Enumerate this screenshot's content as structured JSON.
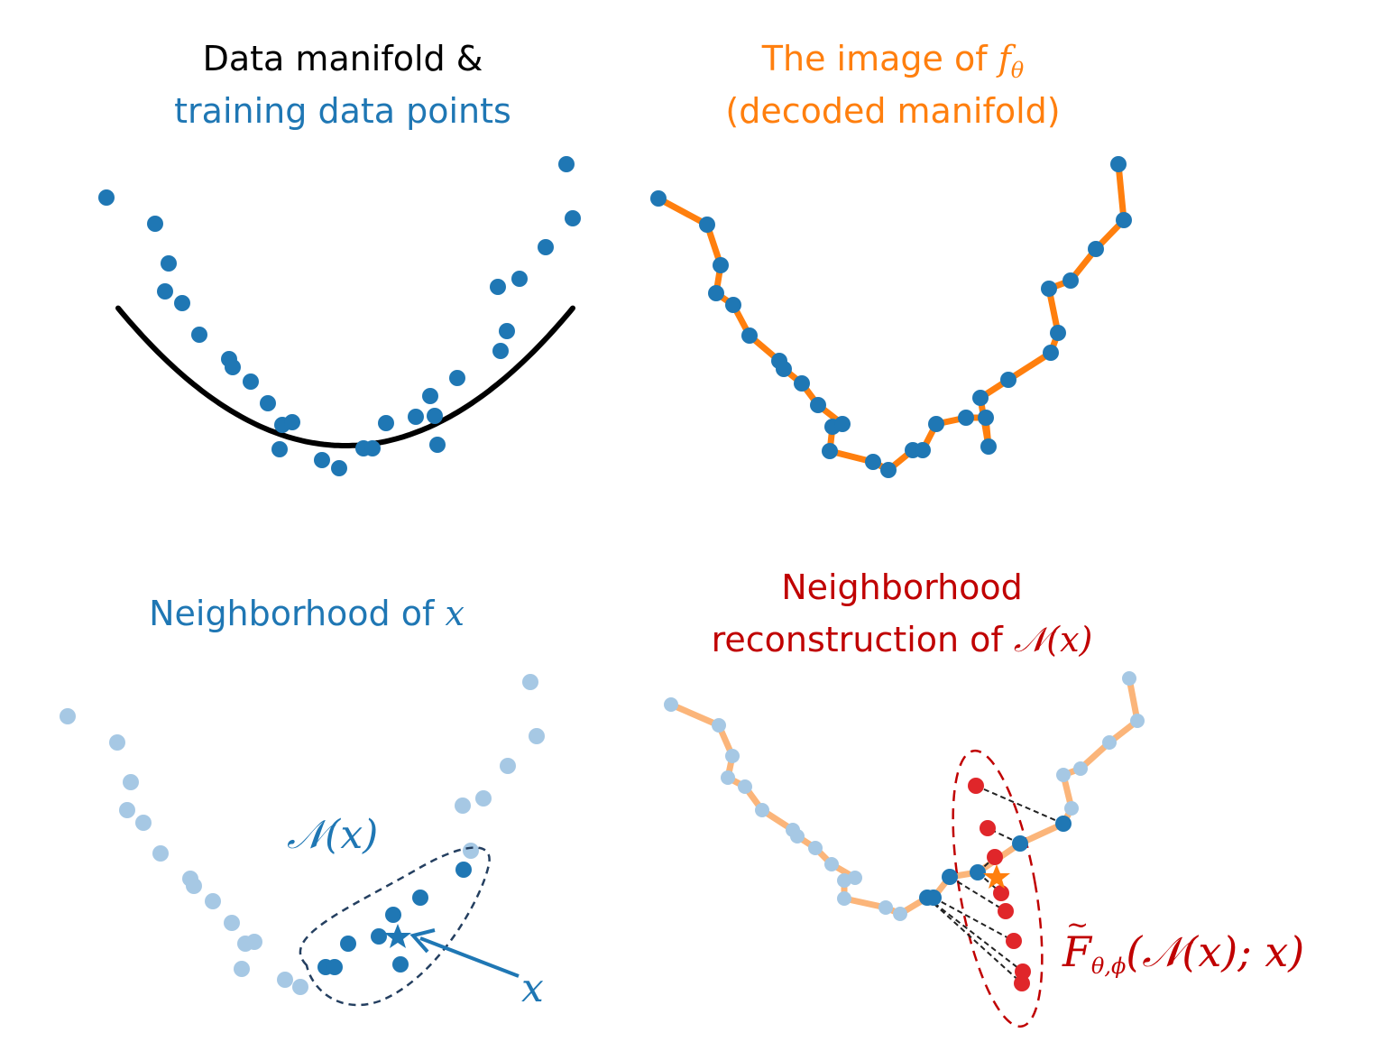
{
  "colors": {
    "blue": "#1f77b4",
    "light_blue": "#a6c8e4",
    "orange": "#ff7f0e",
    "light_orange": "#fbb57a",
    "red": "#c00000",
    "red_point": "#e0262a",
    "black": "#000000",
    "navy": "#243f60"
  },
  "panels": {
    "top_left": {
      "title_line1": "Data manifold &",
      "title_line2": "training data points"
    },
    "top_right": {
      "title_line1_text": "The image of ",
      "title_line1_symbol": "f",
      "title_line1_subscript": "θ",
      "title_line2": "(decoded manifold)"
    },
    "bottom_left": {
      "title_text": "Neighborhood of ",
      "title_symbol": "x",
      "neighborhood_label": "𝒩(x)",
      "point_label": "x"
    },
    "bottom_right": {
      "title_line1": "Neighborhood",
      "title_line2_text": "reconstruction of ",
      "title_line2_symbol": "𝒩(x)",
      "reconstruction_symbol": "F",
      "reconstruction_subscript": "θ,ϕ",
      "reconstruction_args": "(𝒩(x); x)"
    }
  }
}
